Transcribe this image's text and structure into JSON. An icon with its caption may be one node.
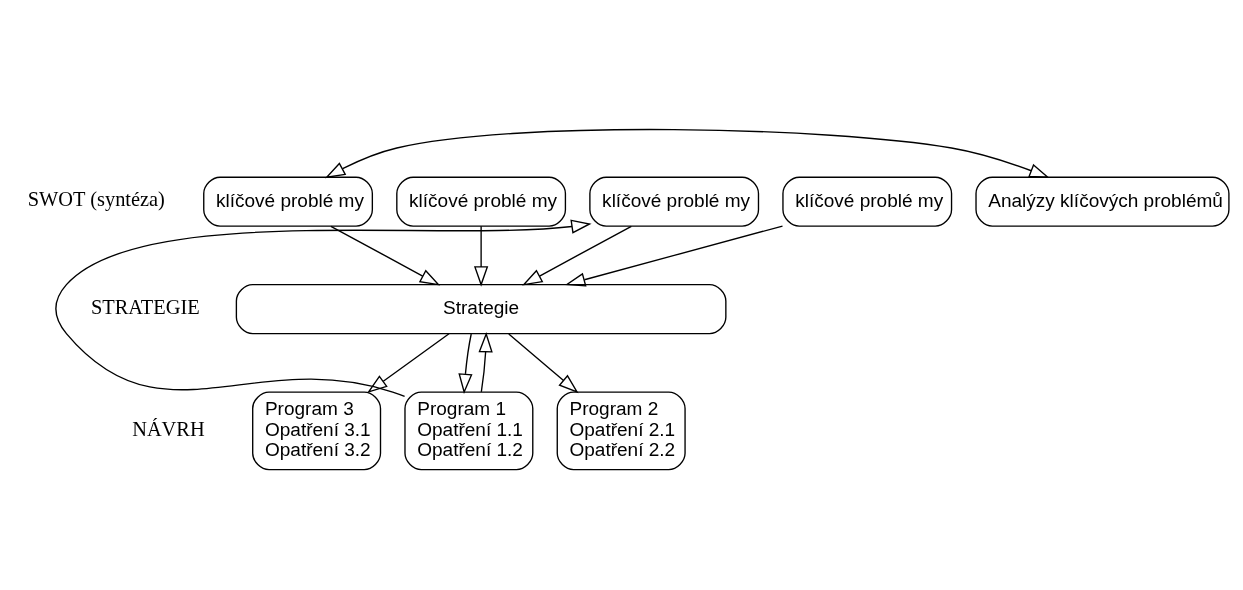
{
  "diagram": {
    "nodes": [
      {
        "text": [
          "klíčové problé my"
        ]
      },
      {
        "text": [
          "klíčové problé my"
        ]
      },
      {
        "text": [
          "klíčové problé my"
        ]
      },
      {
        "text": [
          "klíčové problé my"
        ]
      },
      {
        "text": [
          "Analýzy klíčových problémů"
        ]
      },
      {
        "text": [
          "Strategie"
        ]
      },
      {
        "text": [
          "Program 1",
          "Opatření 1.1",
          "Opatření 1.2"
        ]
      },
      {
        "text": [
          "Program 2",
          "Opatření 2.1",
          "Opatření 2.2"
        ]
      },
      {
        "text": [
          "Program 3",
          "Opatření 3.1",
          "Opatření 3.2"
        ]
      }
    ],
    "edges": [
      {
        "from": 3,
        "to": 4,
        "arrow": "both"
      },
      {
        "from": 0,
        "to": 5,
        "arrow": "to"
      },
      {
        "from": 1,
        "to": 5,
        "arrow": "to"
      },
      {
        "from": 2,
        "to": 5,
        "arrow": "to"
      },
      {
        "from": 3,
        "to": 5,
        "arrow": "to"
      },
      {
        "from": 5,
        "to": 6,
        "arrow": "to"
      },
      {
        "from": 5,
        "to": 7,
        "arrow": "to"
      },
      {
        "from": 5,
        "to": 8,
        "arrow": "to"
      },
      {
        "from": 6,
        "to": 0,
        "arrow": "to"
      },
      {
        "from": 6,
        "to": 5,
        "arrow": "to"
      }
    ],
    "labels": [
      "SWOT (syntéza)",
      "STRATEGIE",
      "NÁVRH"
    ]
  }
}
